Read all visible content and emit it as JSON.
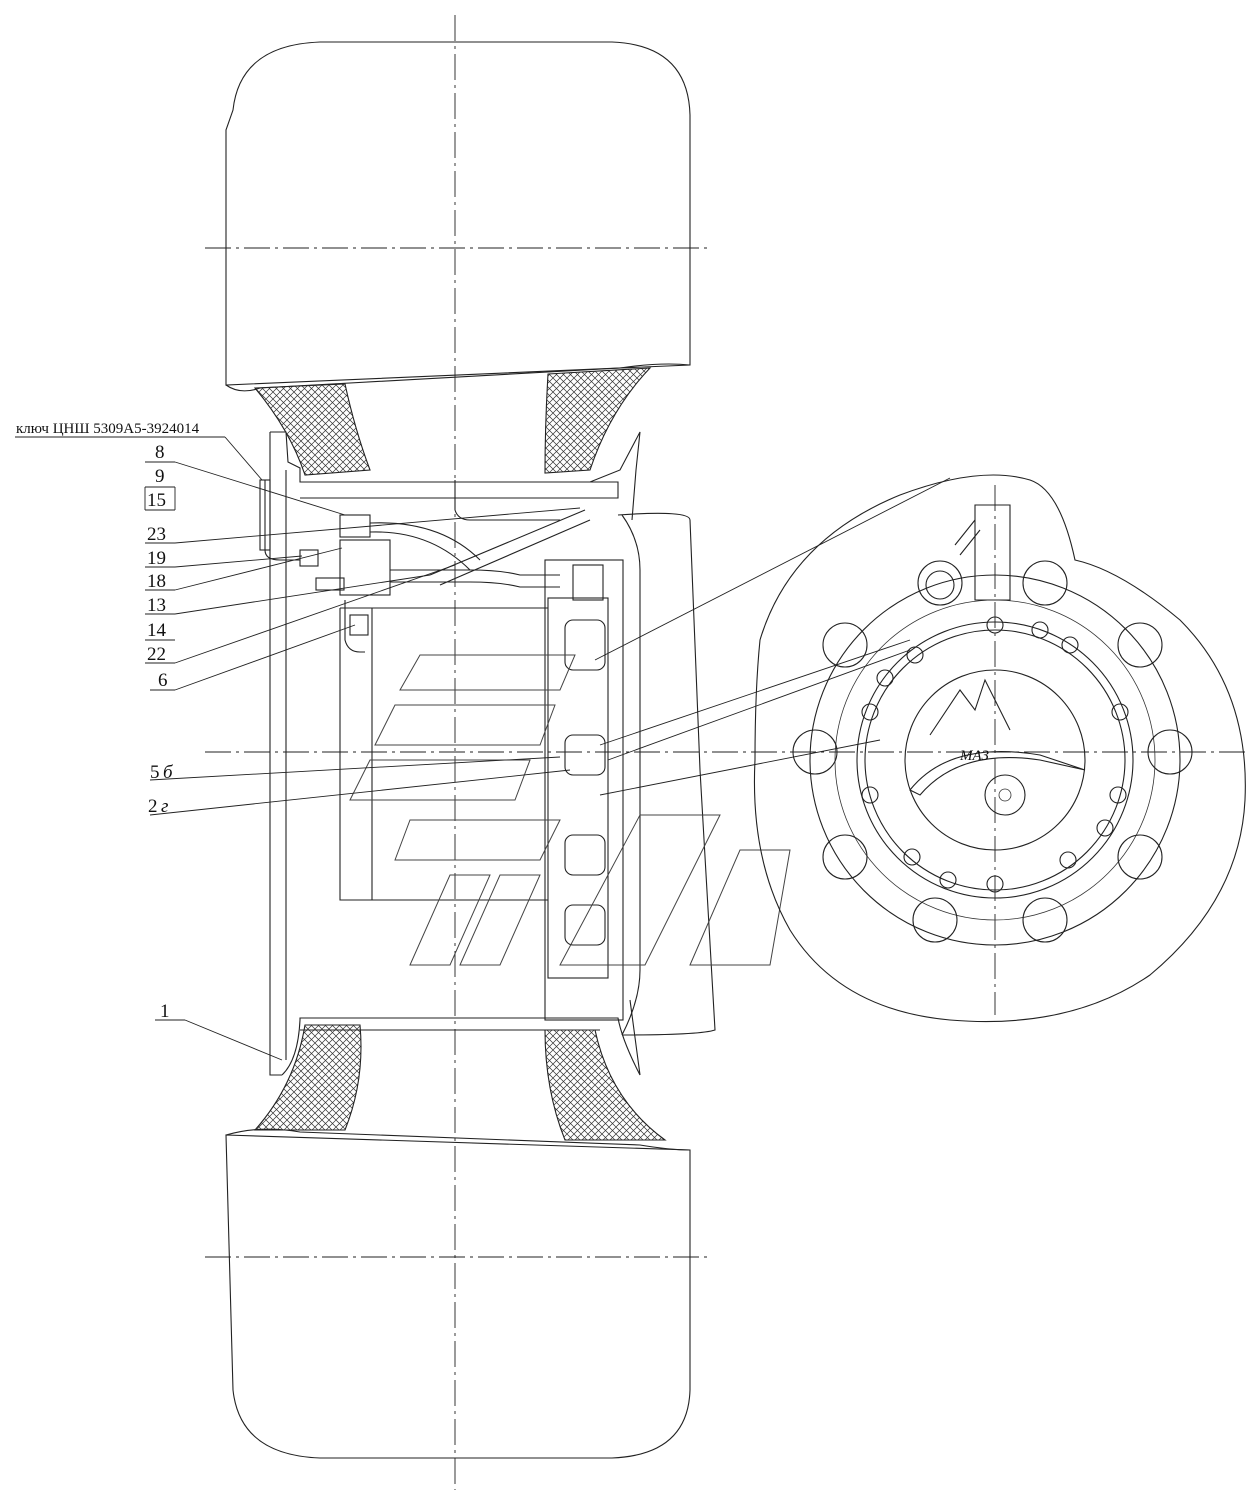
{
  "tool_label": "ключ ЦНШ 5309А5-3924014",
  "callouts": [
    {
      "id": "c8",
      "text": "8"
    },
    {
      "id": "c9",
      "text": "9"
    },
    {
      "id": "c15",
      "text": "15"
    },
    {
      "id": "c23",
      "text": "23"
    },
    {
      "id": "c19",
      "text": "19"
    },
    {
      "id": "c18",
      "text": "18"
    },
    {
      "id": "c13",
      "text": "13"
    },
    {
      "id": "c14",
      "text": "14"
    },
    {
      "id": "c22",
      "text": "22"
    },
    {
      "id": "c6",
      "text": "6"
    },
    {
      "id": "c5",
      "text": "5",
      "suffix": "б"
    },
    {
      "id": "c2",
      "text": "2",
      "suffix": "г"
    },
    {
      "id": "c1",
      "text": "1"
    }
  ],
  "hub_logo_text": "МАЗ"
}
